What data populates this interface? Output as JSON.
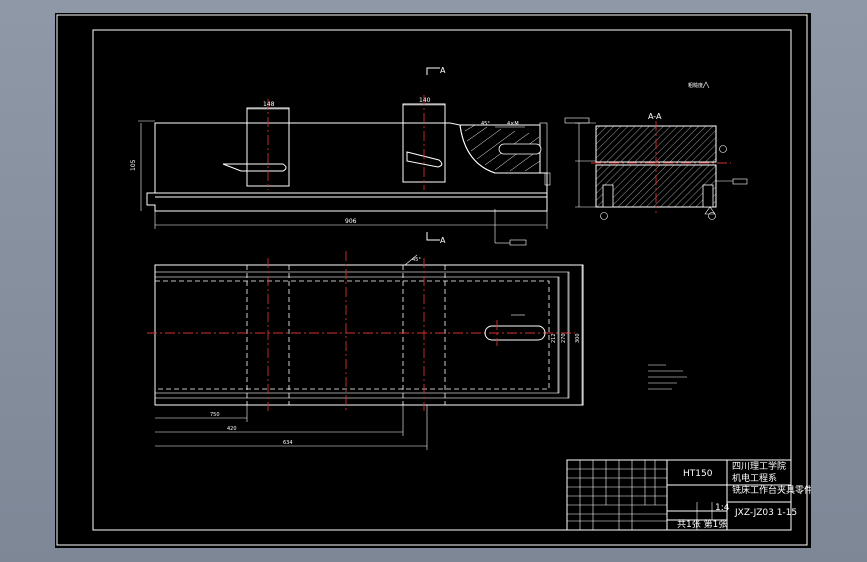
{
  "section_mark": "A",
  "section_title": "A-A",
  "dims": {
    "d148": "148",
    "d140": "140",
    "d906": "906",
    "d750": "750",
    "d420": "420",
    "d634": "634",
    "d212": "212",
    "d270": "270",
    "d300": "300",
    "d105": "105",
    "d45": "45°",
    "d4x": "4×M"
  },
  "title_block": {
    "school": "四川理工学院",
    "dept": "机电工程系",
    "material": "HT150",
    "part_name": "铣床工作台夹具零件图",
    "drawing_no": "JXZ-JZ03 1-15",
    "scale": "1:4",
    "sheet": "共1张 第1张"
  }
}
